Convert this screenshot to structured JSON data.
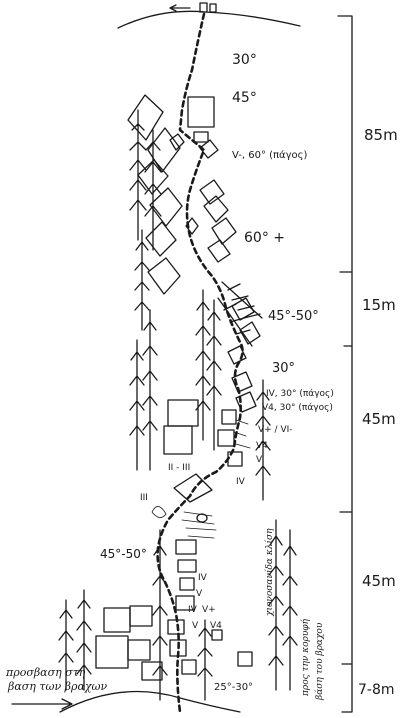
{
  "route": {
    "angles": {
      "top": "30°",
      "upper": "45°",
      "v_ice": "V-, 60° (πάγος)",
      "mid": "60° +",
      "couloir": "45°-50°",
      "lower_30": "30°",
      "iv_ice": "IV, 30° (πάγος)",
      "v4_ice": "V4, 30° (πάγος)",
      "v_plus": "V+ / VI-",
      "v4": "V4",
      "v": "V",
      "iv_side": "IV",
      "left_slope": "45°-50°",
      "base_slope": "25°-30°"
    },
    "low_grades": [
      "IV",
      "V",
      "V+",
      "V",
      "IV",
      "V4"
    ],
    "roman_marks": [
      "II - III",
      "III"
    ],
    "lengths": [
      "85m",
      "15m",
      "45m",
      "45m",
      "7-8m"
    ],
    "notes": {
      "approach_line1": "προσβαση στη",
      "approach_line2": "βαση των βραχων",
      "right_vertical_1": "χιονοσανίδα κλίση",
      "right_vertical_2": "προς την κορυφή",
      "right_vertical_3": "βάση του βραχου"
    }
  }
}
